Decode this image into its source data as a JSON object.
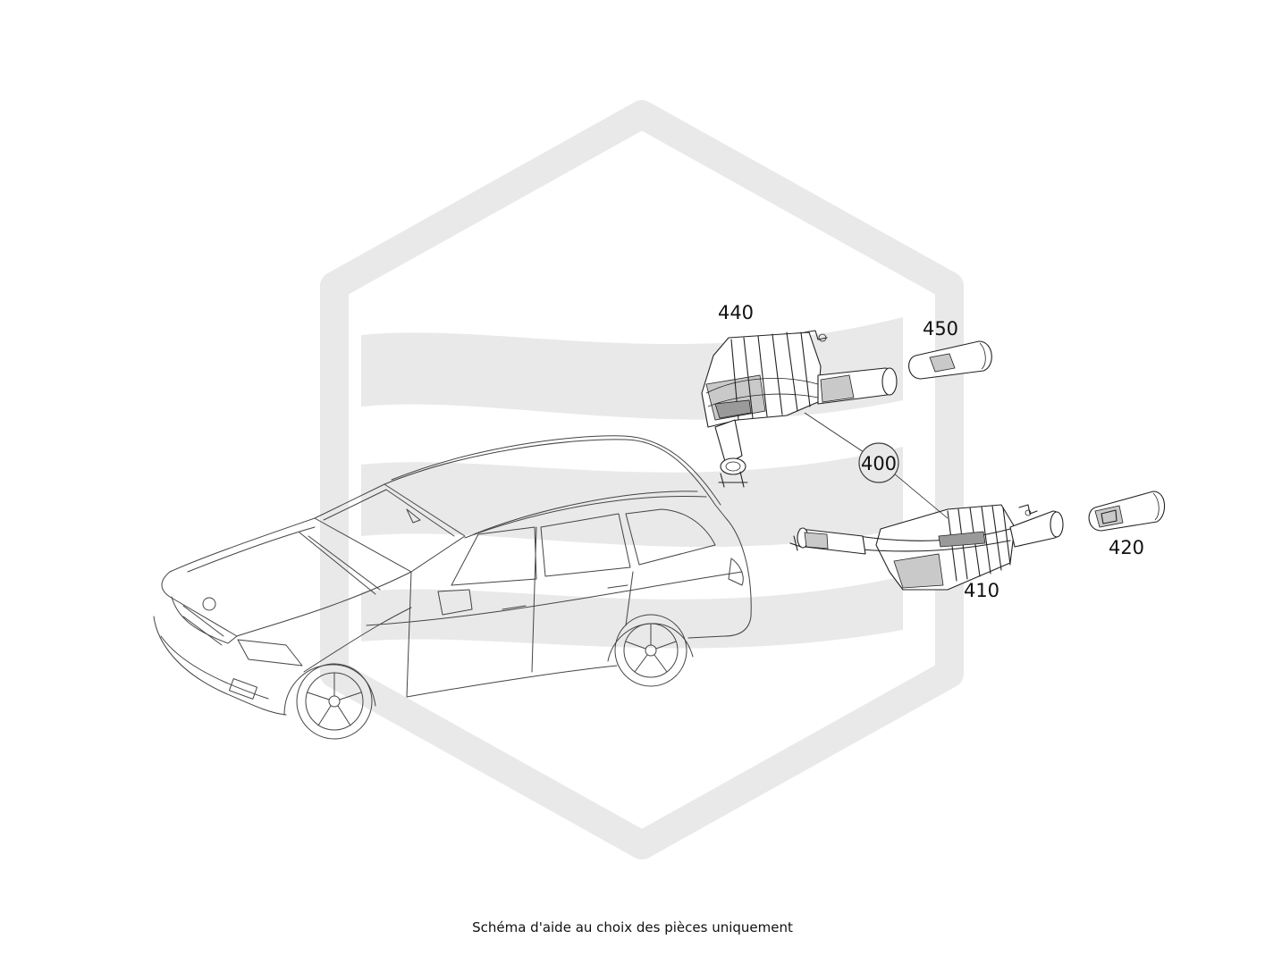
{
  "diagram": {
    "callouts": [
      {
        "id": "440",
        "label": "440"
      },
      {
        "id": "450",
        "label": "450"
      },
      {
        "id": "400",
        "label": "400"
      },
      {
        "id": "410",
        "label": "410"
      },
      {
        "id": "420",
        "label": "420"
      }
    ],
    "watermark_color": "#e9e9e9",
    "line_color": "#222222"
  },
  "caption": "Schéma d'aide au choix des pièces uniquement"
}
